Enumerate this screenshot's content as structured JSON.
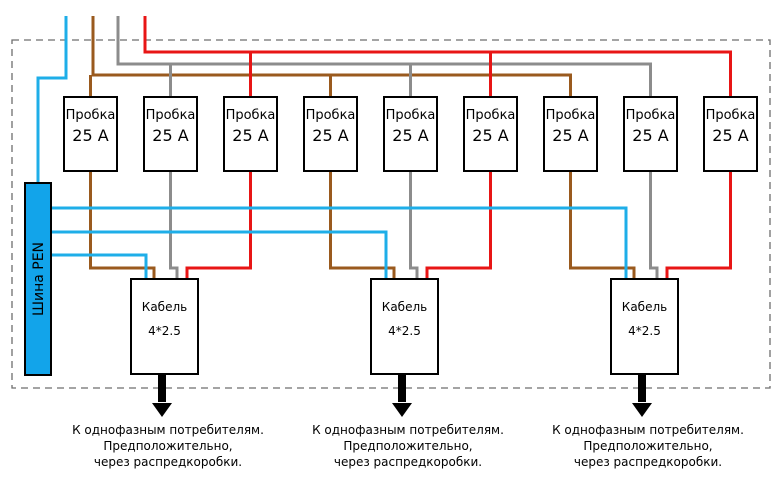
{
  "colors": {
    "neutral": "#1eaee8",
    "phase_brown": "#9a5a1e",
    "phase_gray": "#8c8c8c",
    "phase_red": "#e81515",
    "bus_fill": "#12a4ea",
    "arrow": "#000000"
  },
  "bus": {
    "label": "Шина PEN"
  },
  "fuses": [
    {
      "label": "Пробка",
      "rating": "25 А",
      "phase": "brown",
      "group": 0
    },
    {
      "label": "Пробка",
      "rating": "25 А",
      "phase": "gray",
      "group": 0
    },
    {
      "label": "Пробка",
      "rating": "25 А",
      "phase": "red",
      "group": 0
    },
    {
      "label": "Пробка",
      "rating": "25 А",
      "phase": "brown",
      "group": 1
    },
    {
      "label": "Пробка",
      "rating": "25 А",
      "phase": "gray",
      "group": 1
    },
    {
      "label": "Пробка",
      "rating": "25 А",
      "phase": "red",
      "group": 1
    },
    {
      "label": "Пробка",
      "rating": "25 А",
      "phase": "brown",
      "group": 2
    },
    {
      "label": "Пробка",
      "rating": "25 А",
      "phase": "gray",
      "group": 2
    },
    {
      "label": "Пробка",
      "rating": "25 А",
      "phase": "red",
      "group": 2
    }
  ],
  "cables": [
    {
      "line1": "Кабель",
      "line2": "4*2.5"
    },
    {
      "line1": "Кабель",
      "line2": "4*2.5"
    },
    {
      "line1": "Кабель",
      "line2": "4*2.5"
    }
  ],
  "notes": [
    {
      "lines": [
        "К однофазным потребителям.",
        "Предположительно,",
        "через распредкоробки."
      ]
    },
    {
      "lines": [
        "К однофазным потребителям.",
        "Предположительно,",
        "через распредкоробки."
      ]
    },
    {
      "lines": [
        "К однофазным потребителям.",
        "Предположительно,",
        "через распредкоробки."
      ]
    }
  ]
}
